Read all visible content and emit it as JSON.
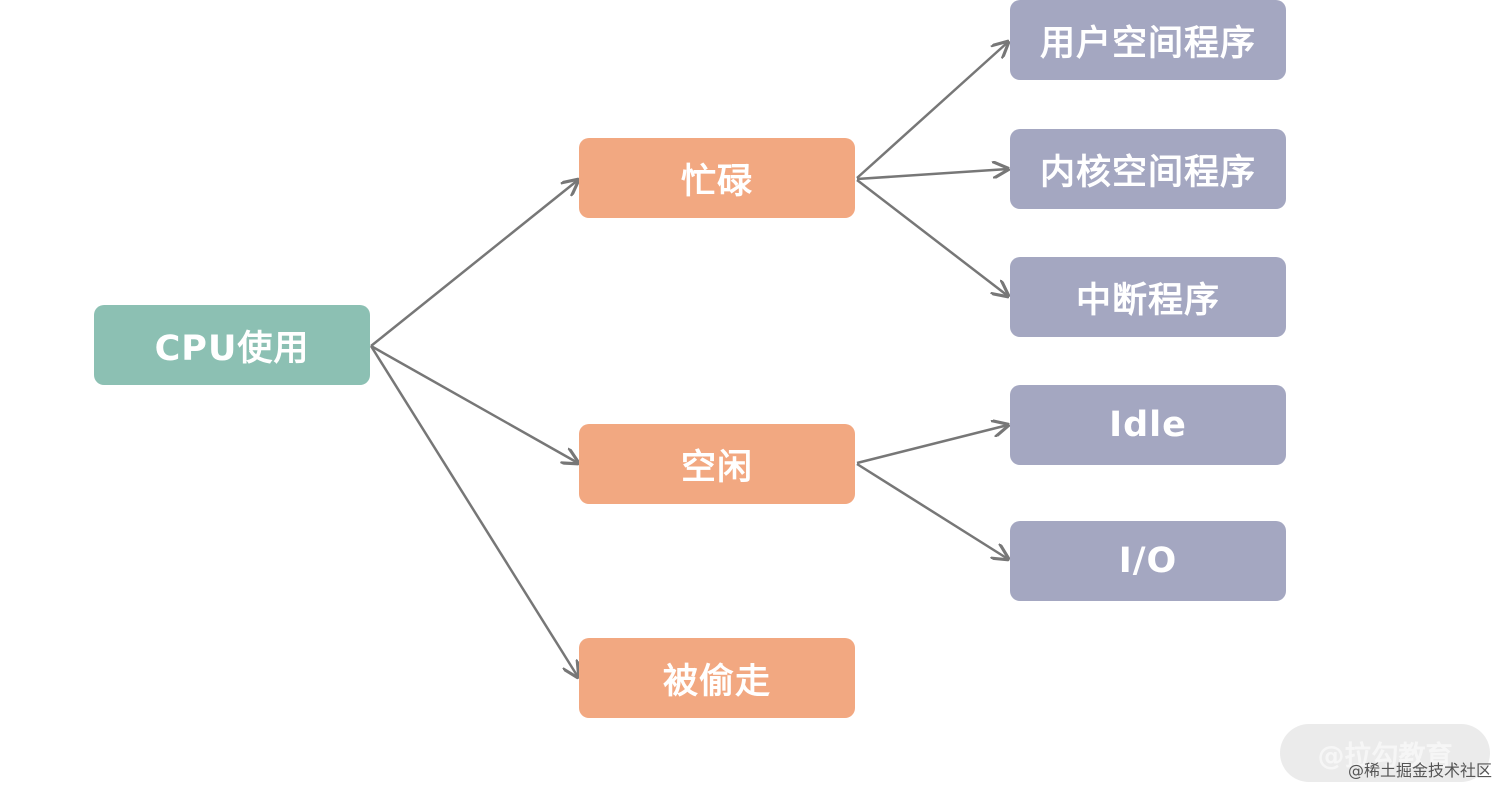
{
  "diagram": {
    "root": {
      "label": "CPU使用"
    },
    "busy": {
      "label": "忙碌"
    },
    "idle": {
      "label": "空闲"
    },
    "stolen": {
      "label": "被偷走"
    },
    "user_space": {
      "label": "用户空间程序"
    },
    "kernel_space": {
      "label": "内核空间程序"
    },
    "interrupt": {
      "label": "中断程序"
    },
    "idle_leaf": {
      "label": "Idle"
    },
    "io_leaf": {
      "label": "I/O"
    }
  },
  "watermark": {
    "badge": "@拉勾教育",
    "text": "@稀土掘金技术社区"
  },
  "colors": {
    "root": "#8cc0b3",
    "middle": "#f2a881",
    "leaf": "#a4a7c1",
    "arrow": "#777777"
  }
}
